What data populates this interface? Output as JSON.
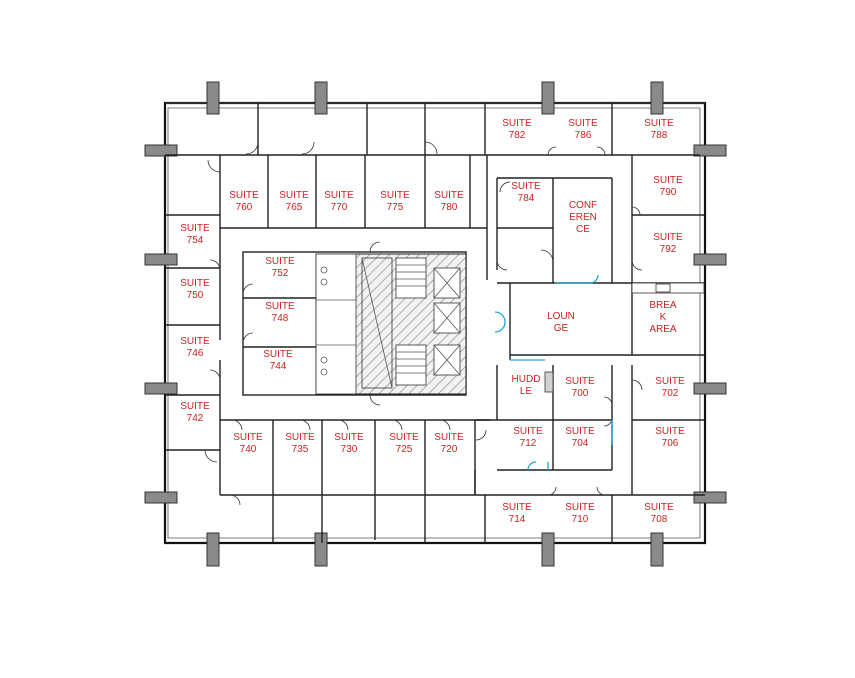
{
  "labels": {
    "s782": [
      "SUITE",
      "782"
    ],
    "s786": [
      "SUITE",
      "786"
    ],
    "s788": [
      "SUITE",
      "788"
    ],
    "s760": [
      "SUITE",
      "760"
    ],
    "s765": [
      "SUITE",
      "765"
    ],
    "s770": [
      "SUITE",
      "770"
    ],
    "s775": [
      "SUITE",
      "775"
    ],
    "s780": [
      "SUITE",
      "780"
    ],
    "s784": [
      "SUITE",
      "784"
    ],
    "conference": [
      "CONF",
      "EREN",
      "CE"
    ],
    "s790": [
      "SUITE",
      "790"
    ],
    "s754": [
      "SUITE",
      "754"
    ],
    "s792": [
      "SUITE",
      "792"
    ],
    "s752": [
      "SUITE",
      "752"
    ],
    "s750": [
      "SUITE",
      "750"
    ],
    "s748": [
      "SUITE",
      "748"
    ],
    "lounge": [
      "LOUN",
      "GE"
    ],
    "break_area": [
      "BREA",
      "K",
      "AREA"
    ],
    "s746": [
      "SUITE",
      "746"
    ],
    "s744": [
      "SUITE",
      "744"
    ],
    "huddle": [
      "HUDD",
      "LE"
    ],
    "s700": [
      "SUITE",
      "700"
    ],
    "s702": [
      "SUITE",
      "702"
    ],
    "s742": [
      "SUITE",
      "742"
    ],
    "s740": [
      "SUITE",
      "740"
    ],
    "s735": [
      "SUITE",
      "735"
    ],
    "s730": [
      "SUITE",
      "730"
    ],
    "s725": [
      "SUITE",
      "725"
    ],
    "s720": [
      "SUITE",
      "720"
    ],
    "s712": [
      "SUITE",
      "712"
    ],
    "s704": [
      "SUITE",
      "704"
    ],
    "s706": [
      "SUITE",
      "706"
    ],
    "s714": [
      "SUITE",
      "714"
    ],
    "s710": [
      "SUITE",
      "710"
    ],
    "s708": [
      "SUITE",
      "708"
    ]
  },
  "colors": {
    "label": "#cc2222",
    "wall": "#222222",
    "column": "#8a8a8a",
    "glass": "#1ea7d8",
    "core_hatch": "#9a9a9a"
  }
}
